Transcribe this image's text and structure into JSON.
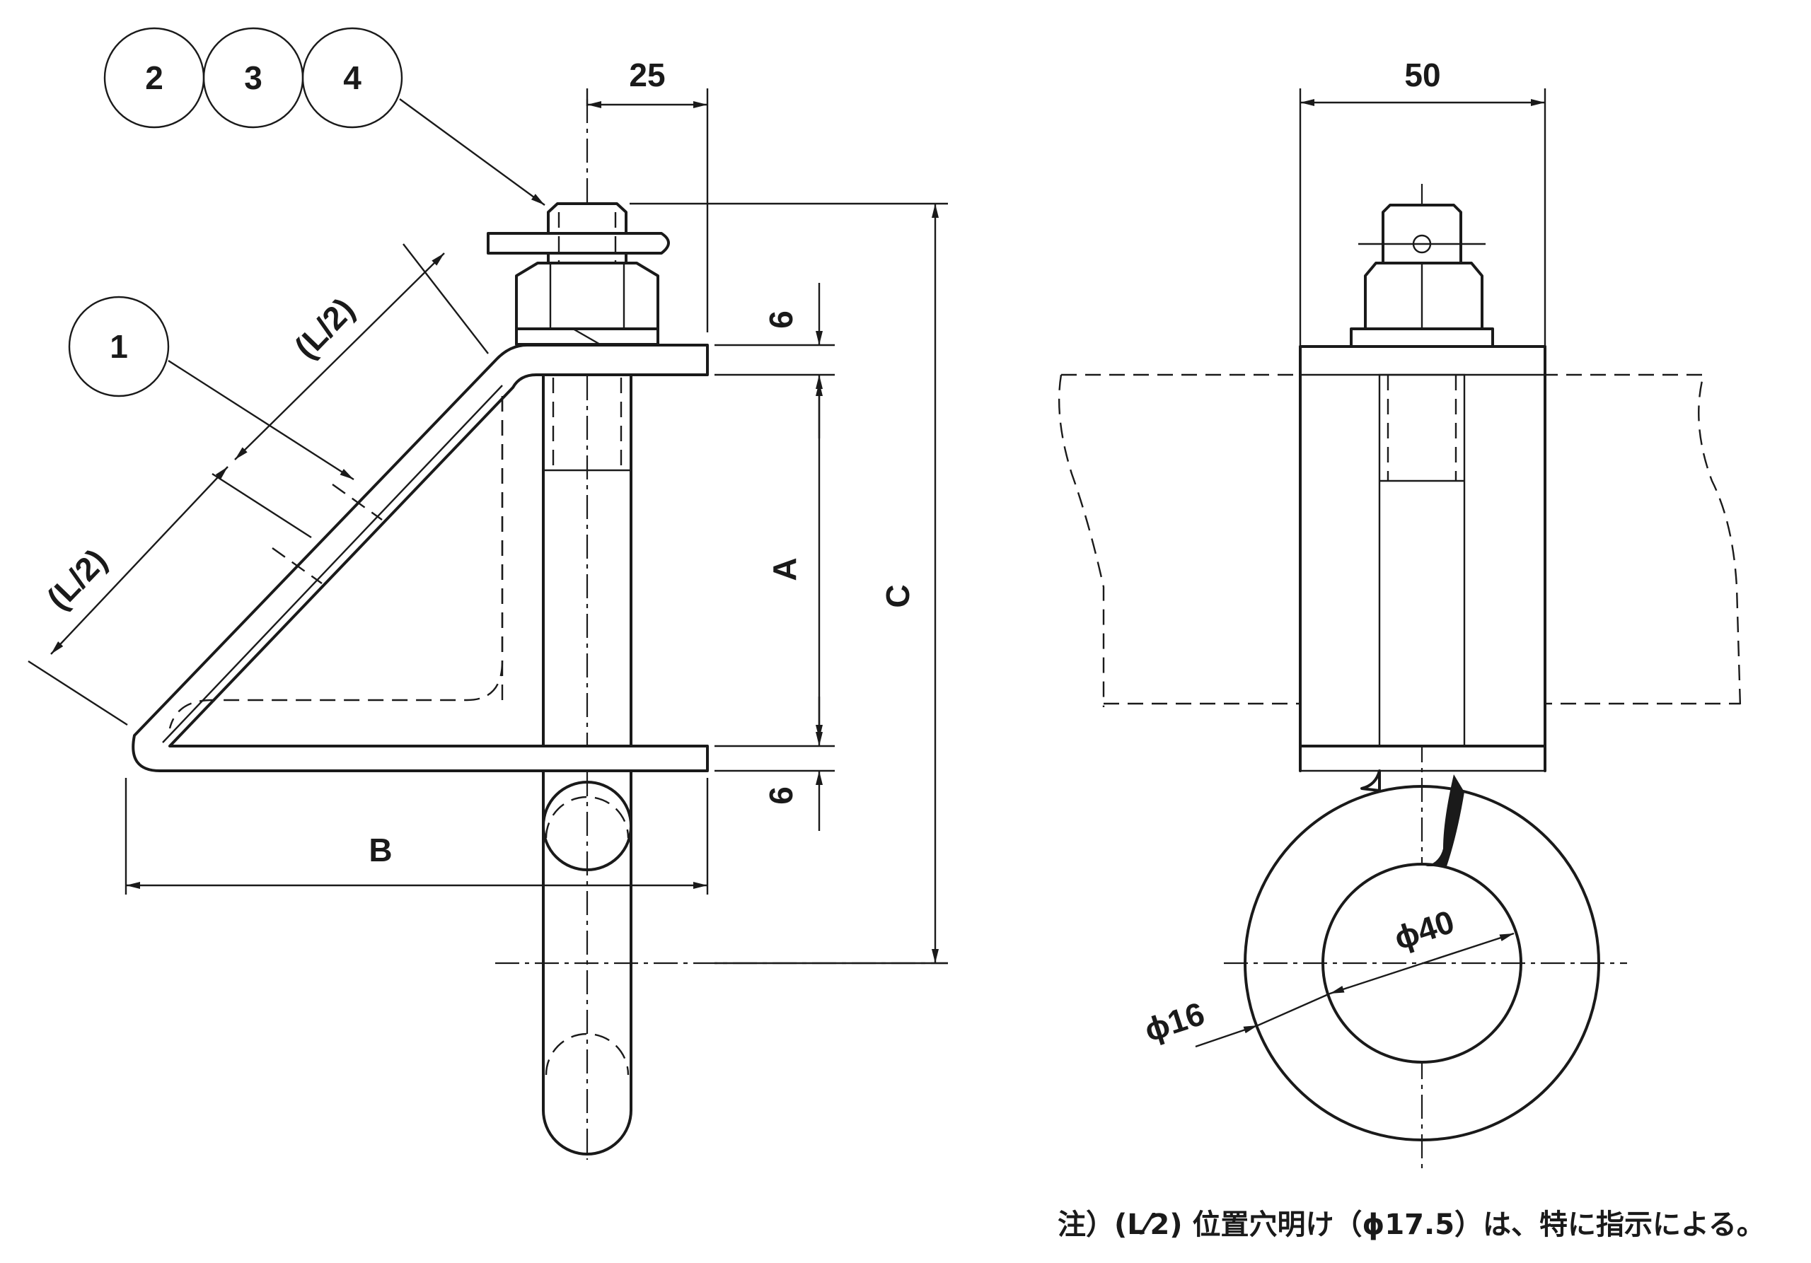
{
  "part_numbers": {
    "bracket": "1",
    "nut_group": [
      "2",
      "3",
      "4"
    ]
  },
  "dimensions": {
    "bolt_offset": "25",
    "plate_width": "50",
    "plate_thickness_top": "6",
    "plate_thickness_bottom": "6",
    "dim_a": "A",
    "dim_b": "B",
    "dim_c": "C",
    "half_length_upper": "(L/2)",
    "half_length_lower": "(L/2)",
    "ring_outer": "ϕ40",
    "rod_dia": "ϕ16"
  },
  "note": "注）(L⁄2) 位置穴明け（ϕ17.5）は、特に指示による。"
}
